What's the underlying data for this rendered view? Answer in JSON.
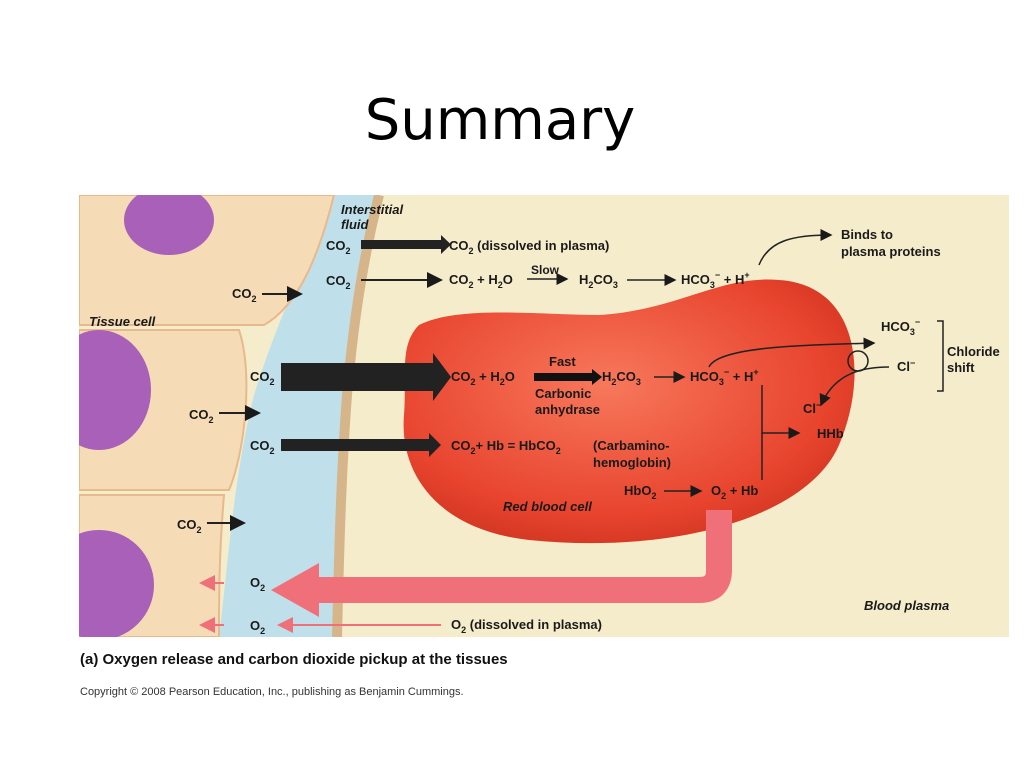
{
  "title": "Summary",
  "figure": {
    "labels": {
      "interstitial_fluid_1": "Interstitial",
      "interstitial_fluid_2": "fluid",
      "tissue_cell": "Tissue cell",
      "red_blood_cell": "Red blood cell",
      "blood_plasma": "Blood plasma",
      "chloride_shift_1": "Chloride",
      "chloride_shift_2": "shift"
    },
    "reactions": {
      "dissolved_in_plasma_co2": "(dissolved in plasma)",
      "binds_1": "Binds to",
      "binds_2": "plasma proteins",
      "slow": "Slow",
      "fast": "Fast",
      "carbonic_1": "Carbonic",
      "carbonic_2": "anhydrase",
      "carbamino_1": "(Carbamino-",
      "carbamino_2": "hemoglobin)",
      "dissolved_in_plasma_o2": "(dissolved in plasma)",
      "hhb": "HHb",
      "hb": "Hb",
      "eq_hb": "+ Hb = HbCO",
      "plus_h2o": "+ H",
      "h_plus": "H",
      "plus": "+"
    }
  },
  "caption": "(a)  Oxygen release and carbon dioxide pickup at the tissues",
  "copyright": "Copyright © 2008 Pearson Education, Inc., publishing as Benjamin Cummings.",
  "colors": {
    "plasma_bg": "#f5eccb",
    "tissue_cell": "#f6dcb6",
    "nucleus": "#a860b8",
    "interstitial": "#bfe0ea",
    "rbc": "#e8442e",
    "o2_arrow": "#f0707a",
    "dark_arrow": "#222222"
  }
}
